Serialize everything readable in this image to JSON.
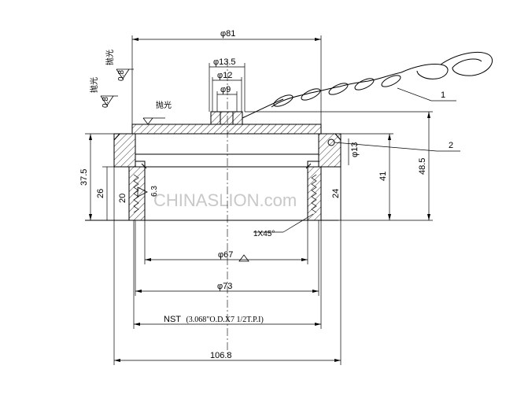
{
  "dimensions": {
    "d81": "φ81",
    "d13_5": "φ13.5",
    "d12": "φ12",
    "d9": "φ9",
    "d13": "φ13",
    "d67": "φ67",
    "d73": "φ73",
    "w106_8": "106.8",
    "h37_5": "37.5",
    "h26": "26",
    "h20": "20",
    "h24": "24",
    "h41": "41",
    "h48_5": "48.5",
    "r6_3": "6.3",
    "chamfer": "1X45°"
  },
  "thread": {
    "prefix": "NST",
    "spec": "(3.068\"O.D.X7 1/2T.P.I)"
  },
  "finish": {
    "label_top": "抛光",
    "label_mid": "抛光",
    "label_inner": "抛光",
    "symbol": "0.8"
  },
  "callouts": {
    "item1": "1",
    "item2": "2"
  },
  "watermark": "CHINASLION.com"
}
